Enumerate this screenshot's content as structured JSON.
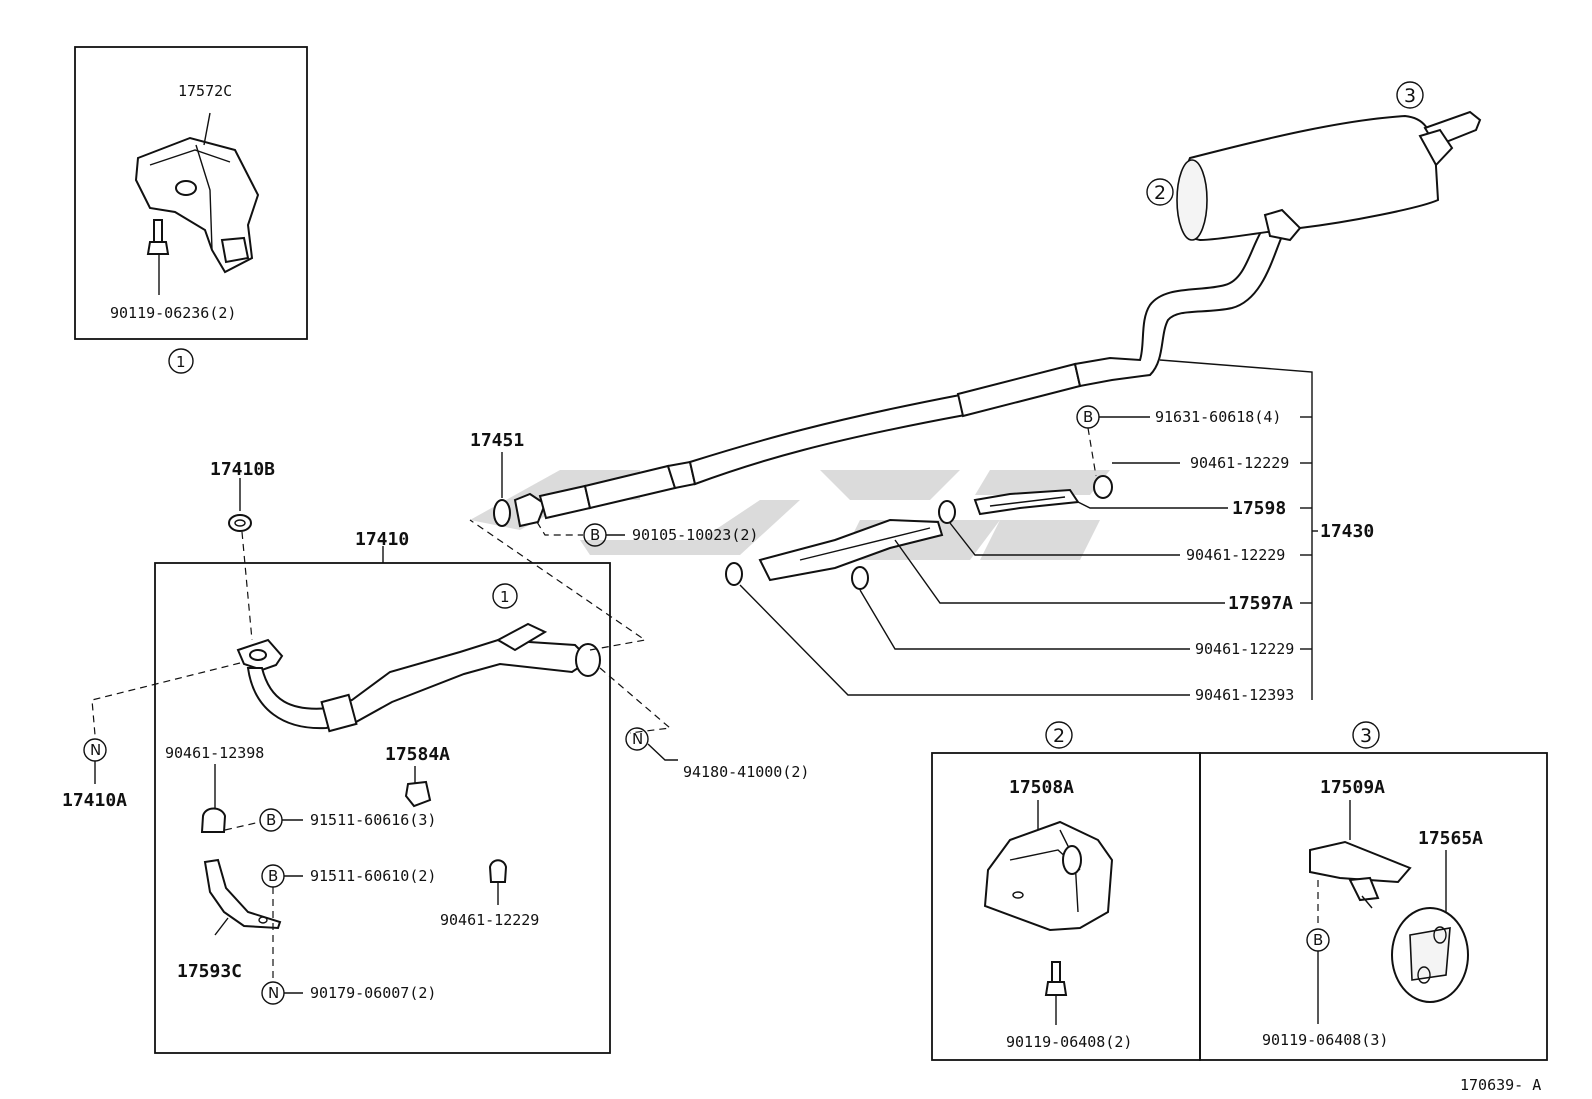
{
  "diagram": {
    "figure_id": "170639- A",
    "labels": {
      "p17572C": "17572C",
      "p90119_06236": "90119-06236(2)",
      "p17410B": "17410B",
      "p17410": "17410",
      "p17410A": "17410A",
      "p90461_12398": "90461-12398",
      "p17584A": "17584A",
      "p91511_60616": "91511-60616(3)",
      "p91511_60610": "91511-60610(2)",
      "p90461_12229_a": "90461-12229",
      "p17593C": "17593C",
      "p90179_06007": "90179-06007(2)",
      "p94180_41000": "94180-41000(2)",
      "p17451": "17451",
      "p90105_10023": "90105-10023(2)",
      "p91631_60618": "91631-60618(4)",
      "p90461_12229_b": "90461-12229",
      "p17598": "17598",
      "p90461_12229_c": "90461-12229",
      "p17430": "17430",
      "p17597A": "17597A",
      "p90461_12229_d": "90461-12229",
      "p90461_12393": "90461-12393",
      "p17508A": "17508A",
      "p90119_06408_2": "90119-06408(2)",
      "p17509A": "17509A",
      "p17565A": "17565A",
      "p90119_06408_3": "90119-06408(3)"
    },
    "callouts": {
      "one": "1",
      "two": "2",
      "three": "3",
      "B": "B",
      "N": "N"
    }
  }
}
